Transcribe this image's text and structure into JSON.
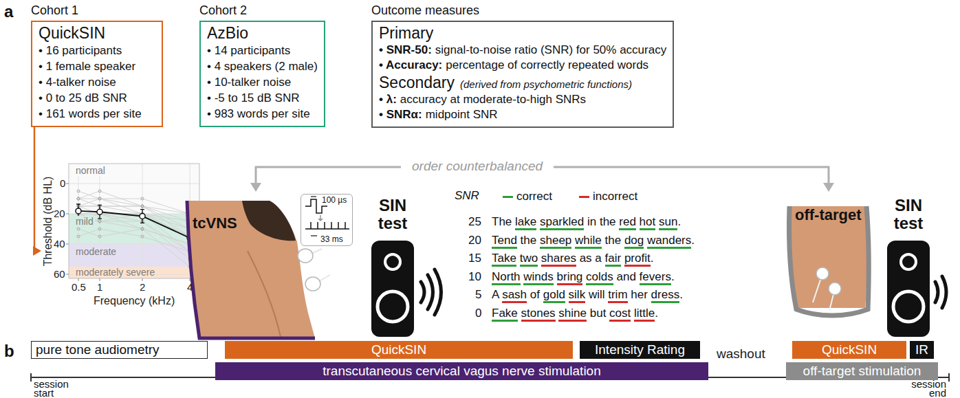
{
  "diagram": {
    "nodes": [
      {
        "text": [
          "Cohort 1",
          "QuickSIN",
          "• 16 participants",
          "• 1 female speaker",
          "• 4-talker noise",
          "• 0 to 25 dB SNR",
          "• 161 words per site"
        ]
      },
      {
        "text": [
          "Cohort 2",
          "AzBio",
          "• 14 participants",
          "• 4 speakers (2 male)",
          "• 10-talker noise",
          "• -5 to 15 dB SNR",
          "• 983 words per site"
        ]
      },
      {
        "text": [
          "Outcome measures",
          "Primary",
          "• SNR-50:",
          "signal-to-noise ratio (SNR) for 50% accuracy",
          "• Accuracy:",
          "percentage of correctly repeated words",
          "Secondary",
          "(derived from psychometric functions)",
          "• λ:",
          "accuracy at moderate-to-high SNRs",
          "• SNRα:",
          "midpoint SNR"
        ]
      },
      {
        "text": [
          "100 µs",
          "33 ms"
        ]
      },
      {
        "text": [
          "pure tone audiometry"
        ]
      },
      {
        "text": [
          "QuickSIN"
        ]
      },
      {
        "text": [
          "Intensity Rating"
        ]
      },
      {
        "text": [
          "transcutaneous cervical vagus nerve stimulation"
        ]
      },
      {
        "text": [
          "QuickSIN"
        ]
      },
      {
        "text": [
          "IR"
        ]
      },
      {
        "text": [
          "off-target stimulation"
        ]
      }
    ],
    "labels": [
      "a",
      "normal",
      "mild",
      "moderate",
      "moderately severe",
      "0",
      "20",
      "40",
      "60",
      "Threshold (dB HL)",
      "0.5",
      "1",
      "2",
      "4",
      "Frequency (kHz)",
      "order counterbalanced",
      "tcVNS",
      "SIN test",
      "SNR",
      "25",
      "The lake sparkled in the red hot sun.",
      "20",
      "Tend the sheep while the dog wanders.",
      "15",
      "Take two shares as a fair profit.",
      "10",
      "North winds bring colds and fevers.",
      "5",
      "A sash of gold silk will trim her dress.",
      "0",
      "Fake stones shine but cost little.",
      "off-target",
      "SIN test",
      "b",
      "washout",
      "session start",
      "session end"
    ],
    "legend": [
      {
        "text": "correct",
        "color": "#2e9e3a"
      },
      {
        "text": "incorrect",
        "color": "#d62a2a"
      }
    ]
  }
}
